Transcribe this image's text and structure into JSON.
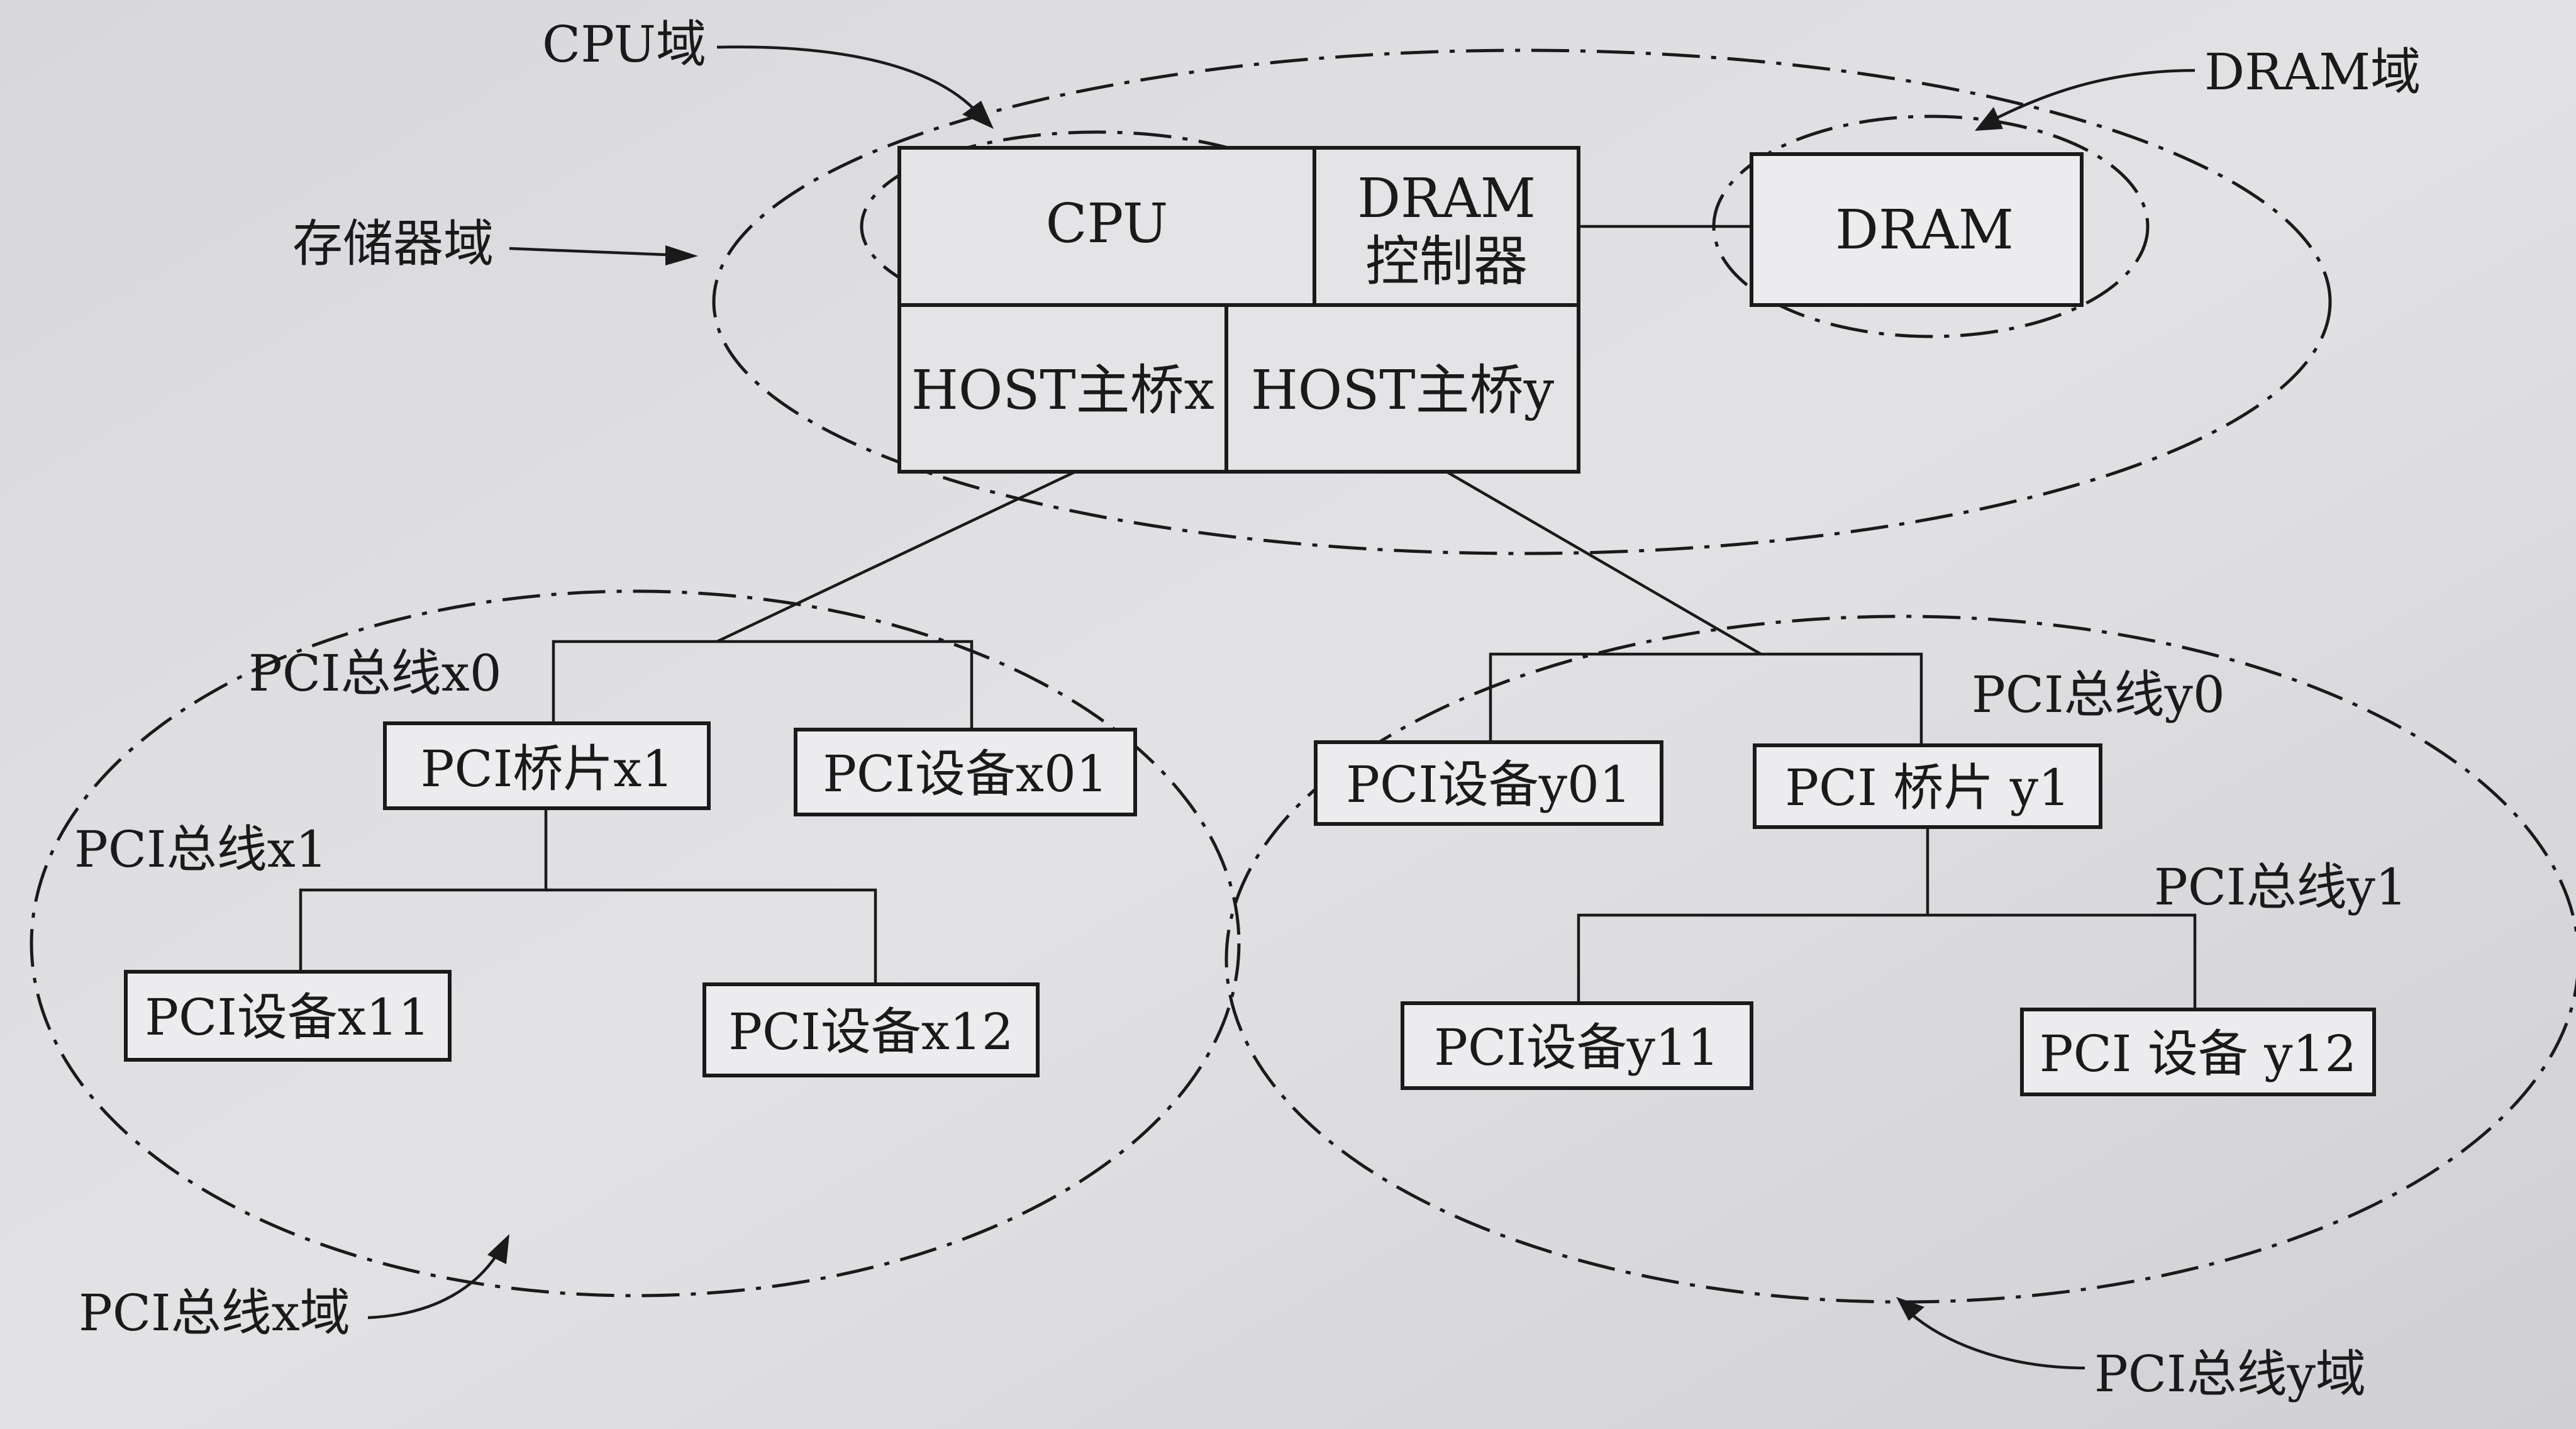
{
  "domains": {
    "cpu": "CPU域",
    "dram": "DRAM域",
    "memory": "存储器域",
    "pci_x": "PCI总线x域",
    "pci_y": "PCI总线y域"
  },
  "host_block": {
    "cpu": "CPU",
    "dram_ctrl_line1": "DRAM",
    "dram_ctrl_line2": "控制器",
    "host_bridge_x": "HOST主桥x",
    "host_bridge_y": "HOST主桥y"
  },
  "dram": "DRAM",
  "buses": {
    "x0": "PCI总线x0",
    "x1": "PCI总线x1",
    "y0": "PCI总线y0",
    "y1": "PCI总线y1"
  },
  "devices": {
    "bridge_x1": "PCI桥片x1",
    "dev_x01": "PCI设备x01",
    "dev_x11": "PCI设备x11",
    "dev_x12": "PCI设备x12",
    "dev_y01": "PCI设备y01",
    "bridge_y1": "PCI 桥片 y1",
    "dev_y11": "PCI设备y11",
    "dev_y12": "PCI 设备 y12"
  }
}
